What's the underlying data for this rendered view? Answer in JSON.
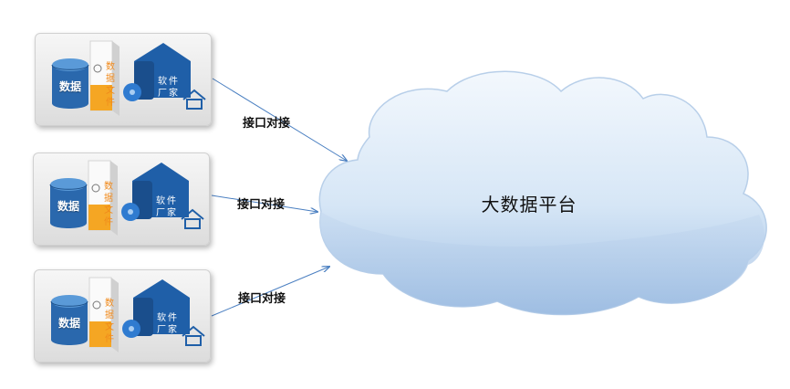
{
  "cloud": {
    "title": "大数据平台",
    "fill_top": "#e8f1fb",
    "fill_bottom": "#a9c6e6"
  },
  "sources": [
    {
      "db_label": "数据",
      "doc_label": "数据文件",
      "software_label": "软件厂家",
      "connector_label": "接口对接"
    },
    {
      "db_label": "数据",
      "doc_label": "数据文件",
      "software_label": "软件厂家",
      "connector_label": "接口对接"
    },
    {
      "db_label": "数据",
      "doc_label": "数据文件",
      "software_label": "软件厂家",
      "connector_label": "接口对接"
    }
  ],
  "icons": [
    "database-icon",
    "document-icon",
    "software-package-icon",
    "home-icon"
  ],
  "colors": {
    "arrow": "#4a7fc1",
    "database": "#2d6fb5",
    "document_accent": "#f5a623",
    "software": "#1f5fa8"
  }
}
